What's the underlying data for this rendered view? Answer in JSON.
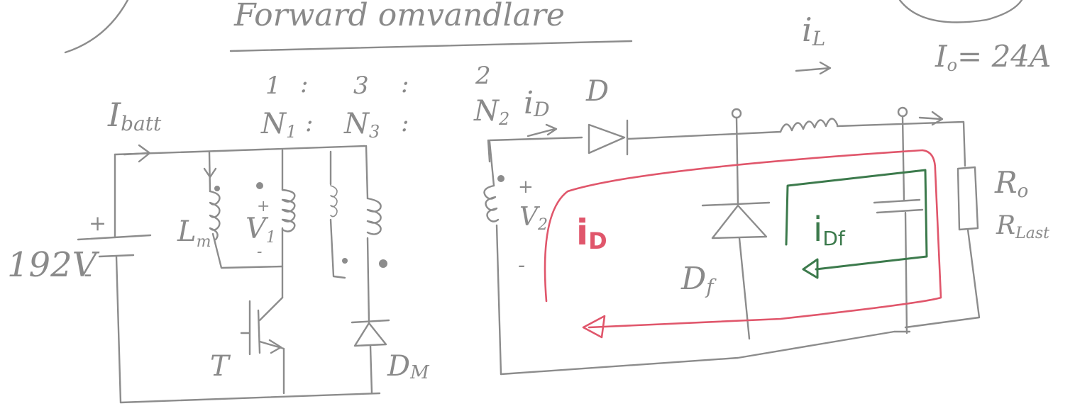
{
  "title": "Forward omvandlare",
  "labels": {
    "i_batt": "I",
    "i_batt_sub": "batt",
    "v_source": "192V",
    "plus": "+",
    "minus": "-",
    "n1_ratio": "1",
    "n3_ratio": "3",
    "n2_ratio": "2",
    "n1": "N",
    "n1_sub": "1",
    "n3": "N",
    "n3_sub": "3",
    "n2": "N",
    "n2_sub": "2",
    "colon": ":",
    "lm": "L",
    "lm_sub": "m",
    "v1": "V",
    "v1_sub": "1",
    "v2": "V",
    "v2_sub": "2",
    "transistor": "T",
    "dm": "D",
    "dm_sub": "M",
    "id": "i",
    "id_sub": "D",
    "diode": "D",
    "il": "i",
    "il_sub": "L",
    "io": "I",
    "io_sub": "o",
    "io_value": "= 24A",
    "df": "D",
    "df_sub": "f",
    "ro": "R",
    "ro_sub": "o",
    "rload": "R",
    "rload_sub": "Last",
    "red_loop": "i",
    "red_loop_sub": "D",
    "green_loop": "i",
    "green_loop_sub": "Df"
  },
  "colors": {
    "pencil": "#8c8c8c",
    "red_loop": "#e0566b",
    "green_loop": "#3c7a4c"
  }
}
